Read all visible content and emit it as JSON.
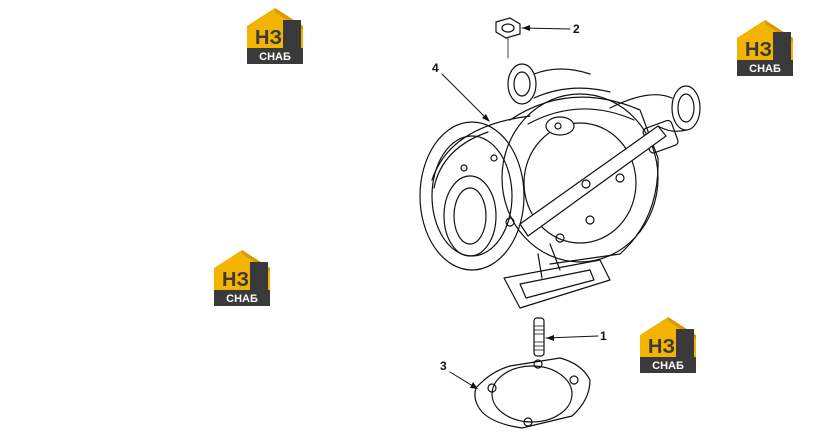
{
  "logos": [
    {
      "letters": "НЗ",
      "caption": "СНАБ"
    },
    {
      "letters": "НЗ",
      "caption": "СНАБ"
    },
    {
      "letters": "НЗ",
      "caption": "СНАБ"
    },
    {
      "letters": "НЗ",
      "caption": "СНАБ"
    }
  ],
  "colors": {
    "logo_yellow": "#f2b400",
    "logo_dark": "#3a3a3a",
    "line": "#111111"
  },
  "callouts": {
    "one": "1",
    "two": "2",
    "three": "3",
    "four": "4"
  }
}
